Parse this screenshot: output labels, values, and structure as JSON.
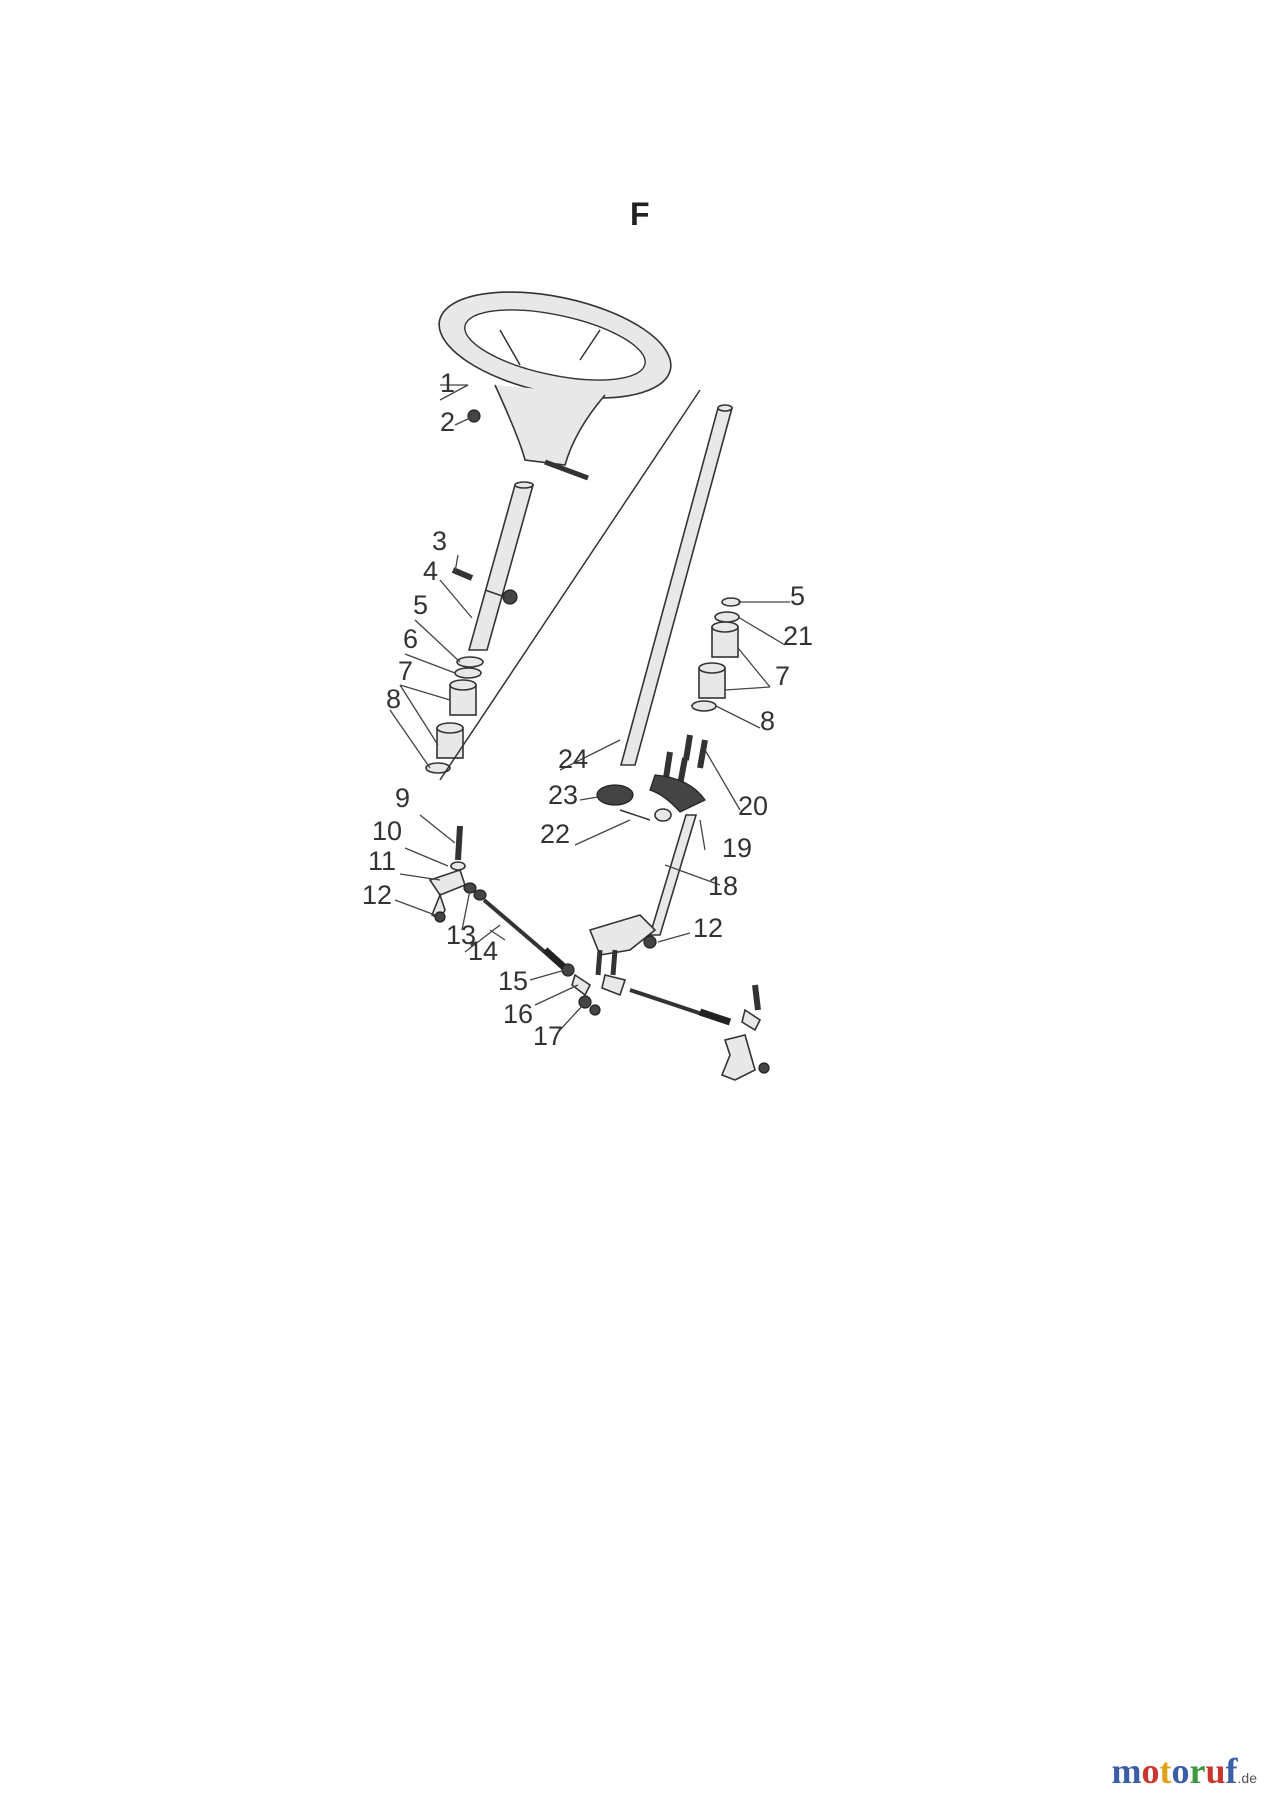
{
  "section_letter": "F",
  "callouts": [
    "1",
    "2",
    "3",
    "4",
    "5",
    "6",
    "7",
    "8",
    "24",
    "5",
    "21",
    "7",
    "8",
    "20",
    "23",
    "19",
    "22",
    "18",
    "9",
    "10",
    "11",
    "12",
    "13",
    "14",
    "15",
    "16",
    "17",
    "12"
  ],
  "watermark": {
    "letters": [
      {
        "char": "m",
        "color": "#3a5fa8"
      },
      {
        "char": "o",
        "color": "#c8372d"
      },
      {
        "char": "t",
        "color": "#e0a21b"
      },
      {
        "char": "o",
        "color": "#3a5fa8"
      },
      {
        "char": "r",
        "color": "#3d9a3f"
      },
      {
        "char": "u",
        "color": "#c8372d"
      },
      {
        "char": "f",
        "color": "#3a5fa8"
      }
    ],
    "suffix": ".de"
  }
}
